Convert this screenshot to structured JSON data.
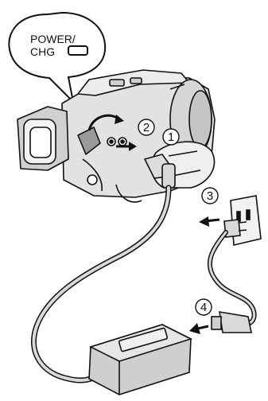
{
  "callout": {
    "line1": "POWER/",
    "line2": "CHG"
  },
  "steps": [
    "①",
    "②",
    "③",
    "④"
  ],
  "icons": {
    "camcorder": "camcorder-illustration",
    "adapter": "compact-power-adapter",
    "outlet": "wall-outlet",
    "arrow": "direction-arrow"
  }
}
